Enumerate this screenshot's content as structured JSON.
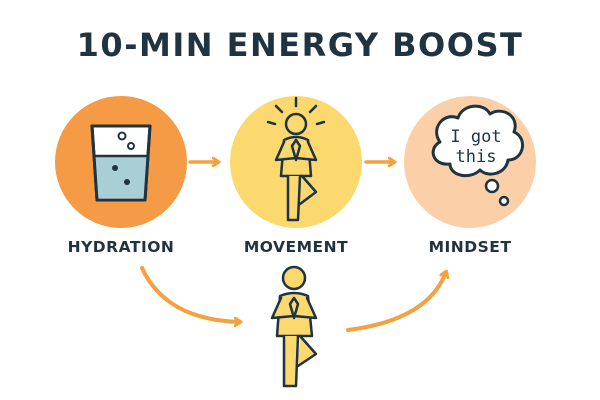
{
  "title": "10-MIN ENERGY BOOST",
  "steps": [
    {
      "label": "HYDRATION",
      "icon": "water-glass-icon",
      "color": "#f59a45"
    },
    {
      "label": "MOVEMENT",
      "icon": "tree-pose-figure-icon",
      "color": "#fbd96e"
    },
    {
      "label": "MINDSET",
      "icon": "thought-bubble-icon",
      "color": "#fbd0a9"
    }
  ],
  "bubble": {
    "line1": "I got",
    "line2": "this"
  },
  "colors": {
    "arrow": "#f4a13f",
    "outline": "#1f3340",
    "water": "#a9cfd6",
    "figure": "#fbd96e"
  }
}
